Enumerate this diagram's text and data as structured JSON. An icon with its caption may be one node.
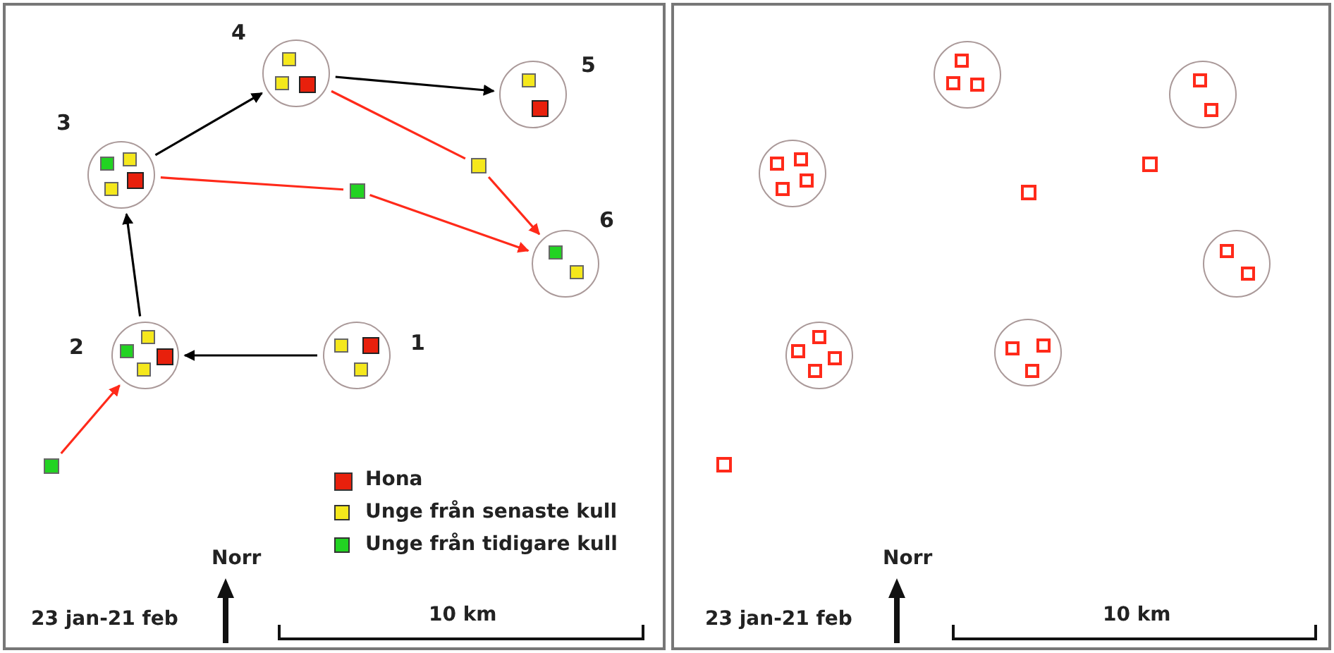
{
  "diagram": {
    "nodes": [
      {
        "text": [
          "1"
        ]
      },
      {
        "text": [
          "2"
        ]
      },
      {
        "text": [
          "3"
        ]
      },
      {
        "text": [
          "4"
        ]
      },
      {
        "text": [
          "5"
        ]
      },
      {
        "text": [
          "6"
        ]
      },
      {
        "text": [],
        "shape": "box"
      },
      {
        "text": [],
        "shape": "box"
      },
      {
        "text": [],
        "shape": "box"
      },
      {
        "text": [],
        "shape": "circle"
      },
      {
        "text": [],
        "shape": "circle"
      },
      {
        "text": [],
        "shape": "circle"
      },
      {
        "text": [],
        "shape": "circle"
      },
      {
        "text": [],
        "shape": "circle"
      },
      {
        "text": [],
        "shape": "circle"
      }
    ],
    "edges": [
      {
        "from": 0,
        "to": 1,
        "arrow": "to",
        "color": "#000000"
      },
      {
        "from": 1,
        "to": 2,
        "arrow": "to",
        "color": "#000000"
      },
      {
        "from": 2,
        "to": 3,
        "arrow": "to",
        "color": "#000000"
      },
      {
        "from": 3,
        "to": 4,
        "arrow": "to",
        "color": "#000000"
      },
      {
        "from": 6,
        "to": 1,
        "arrow": "to",
        "color": "#ff2a1a"
      },
      {
        "from": 2,
        "to": 7,
        "arrow": "none",
        "color": "#ff2a1a"
      },
      {
        "from": 7,
        "to": 5,
        "arrow": "to",
        "color": "#ff2a1a"
      },
      {
        "from": 3,
        "to": 8,
        "arrow": "none",
        "color": "#ff2a1a"
      },
      {
        "from": 8,
        "to": 5,
        "arrow": "to",
        "color": "#ff2a1a"
      }
    ],
    "labels": [
      "Norr",
      "23 jan-21 feb",
      "10 km",
      "Norr",
      "23 jan-21 feb",
      "10 km"
    ],
    "legend": [
      {
        "text": "Hona",
        "color": "#e8200c"
      },
      {
        "text": "Unge från senaste kull",
        "color": "#f5e81c"
      },
      {
        "text": "Unge från tidigare kull",
        "color": "#22d322"
      }
    ]
  }
}
